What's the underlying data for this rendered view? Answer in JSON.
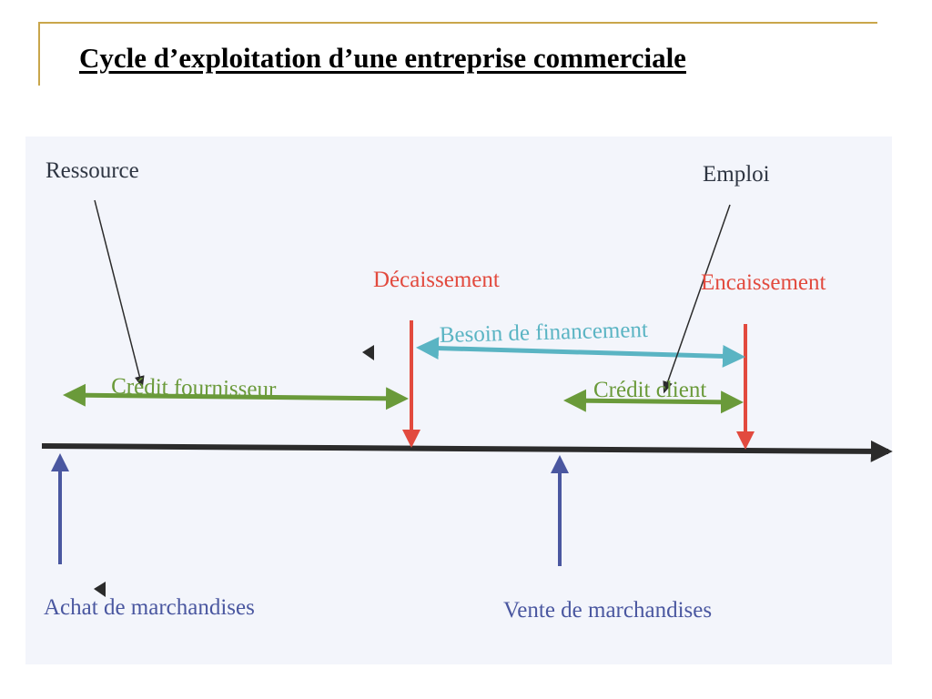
{
  "slide": {
    "title": "Cycle d’exploitation d’une entreprise commerciale"
  },
  "diagram": {
    "labels": {
      "ressource": "Ressource",
      "emploi": "Emploi",
      "decaissement": "Décaissement",
      "encaissement": "Encaissement",
      "besoin": "Besoin de financement",
      "credit_fournisseur": "Crédit fournisseur",
      "credit_client": "Crédit client",
      "achat": "Achat de marchandises",
      "vente": "Vente de marchandises"
    },
    "colors": {
      "timeline": "#2b2b2b",
      "green": "#6a9a3a",
      "teal": "#5ab4c3",
      "red": "#e24a3e",
      "blue": "#4a57a0",
      "text_dark": "#2e3542",
      "frame": "#c9a64b",
      "background": "#f3f5fb"
    }
  }
}
